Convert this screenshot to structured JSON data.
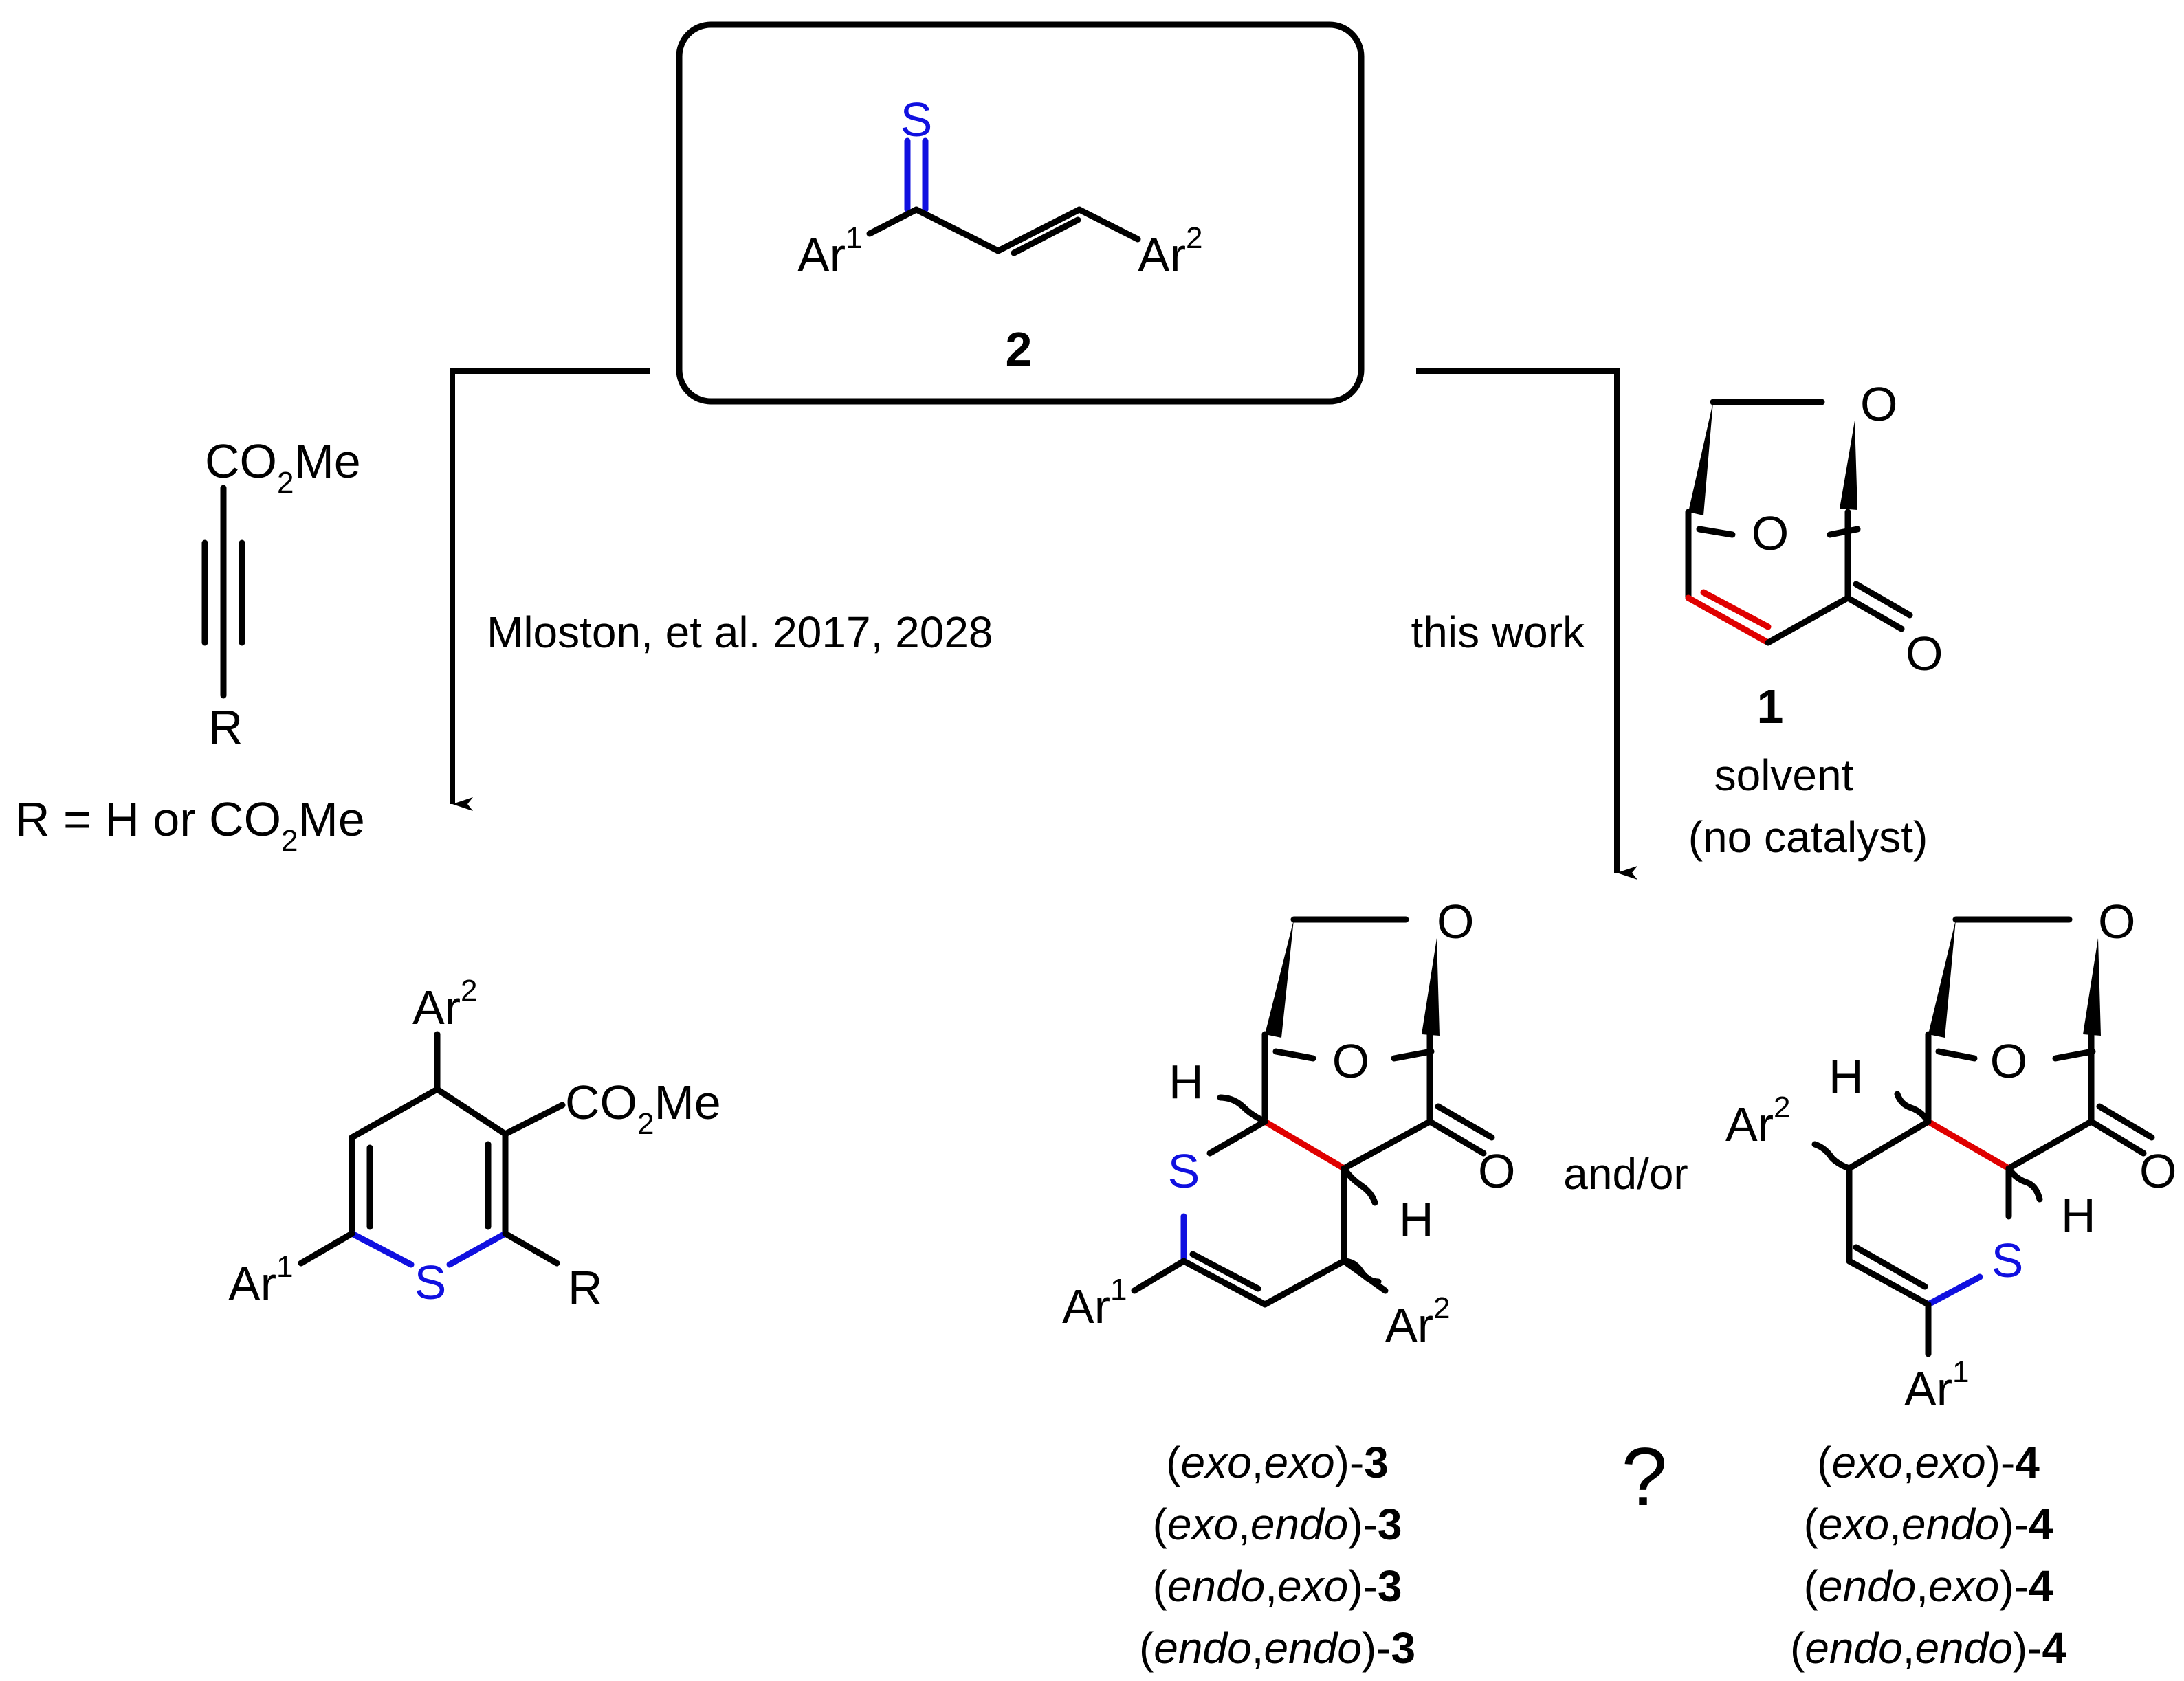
{
  "colors": {
    "sulfur": "#1010e0",
    "new_bond": "#e00000",
    "ink": "#000000"
  },
  "thioketone": {
    "s": "S",
    "ar": "Ar",
    "ar1_sup": "1",
    "ar2_sup": "2",
    "label": "2"
  },
  "left_route": {
    "reagent_top": "CO",
    "reagent_sub": "2",
    "reagent_tail": "Me",
    "reagent_r": "R",
    "r_def_pre": "R = H or CO",
    "r_def_sub": "2",
    "r_def_post": "Me",
    "reference": "Mloston, et al. 2017, 2028",
    "product": {
      "ar2": "Ar",
      "ar2_sup": "2",
      "co": "CO",
      "co_sub": "2",
      "co_tail": "Me",
      "ar1": "Ar",
      "ar1_sup": "1",
      "s": "S",
      "r": "R"
    }
  },
  "right_route": {
    "this_work": "this work",
    "reagent": {
      "o1": "O",
      "o2": "O",
      "o3": "O",
      "label": "1"
    },
    "conditions": [
      "solvent",
      "(no catalyst)"
    ]
  },
  "products": {
    "p3": {
      "o_top": "O",
      "o_bridge": "O",
      "o_carbonyl": "O",
      "h1": "H",
      "h2": "H",
      "s": "S",
      "ar1": "Ar",
      "ar1_sup": "1",
      "ar2": "Ar",
      "ar2_sup": "2",
      "isomers": [
        {
          "pre": "(",
          "a": "exo",
          "mid": ",",
          "b": "exo",
          "post": ")-",
          "num": "3"
        },
        {
          "pre": "(",
          "a": "exo",
          "mid": ",",
          "b": "endo",
          "post": ")-",
          "num": "3"
        },
        {
          "pre": "(",
          "a": "endo",
          "mid": ",",
          "b": "exo",
          "post": ")-",
          "num": "3"
        },
        {
          "pre": "(",
          "a": "endo",
          "mid": ",",
          "b": "endo",
          "post": ")-",
          "num": "3"
        }
      ]
    },
    "connector": "and/or",
    "question": "?",
    "p4": {
      "o_top": "O",
      "o_bridge": "O",
      "o_carbonyl": "O",
      "h1": "H",
      "h2": "H",
      "s": "S",
      "ar1": "Ar",
      "ar1_sup": "1",
      "ar2": "Ar",
      "ar2_sup": "2",
      "isomers": [
        {
          "pre": "(",
          "a": "exo",
          "mid": ",",
          "b": "exo",
          "post": ")-",
          "num": "4"
        },
        {
          "pre": "(",
          "a": "exo",
          "mid": ",",
          "b": "endo",
          "post": ")-",
          "num": "4"
        },
        {
          "pre": "(",
          "a": "endo",
          "mid": ",",
          "b": "exo",
          "post": ")-",
          "num": "4"
        },
        {
          "pre": "(",
          "a": "endo",
          "mid": ",",
          "b": "endo",
          "post": ")-",
          "num": "4"
        }
      ]
    }
  }
}
